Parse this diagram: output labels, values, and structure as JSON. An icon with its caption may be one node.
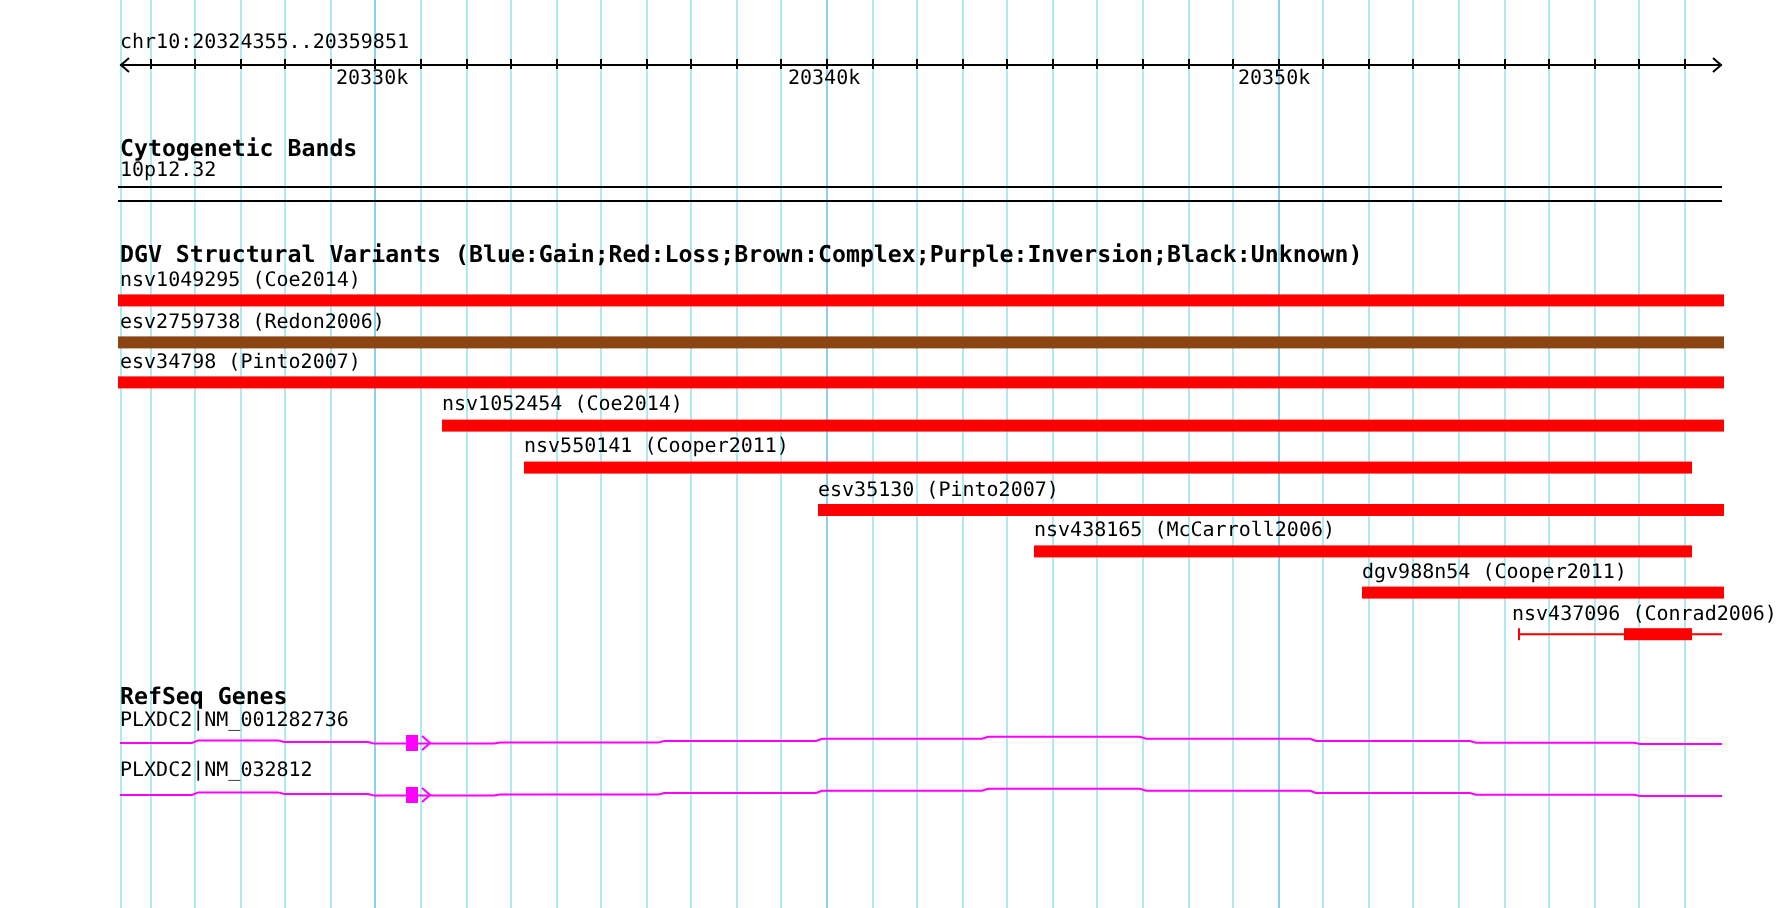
{
  "diagram": {
    "labels": [
      "chr10:20324355..20359851",
      "20330k",
      "20340k",
      "20350k",
      "Cytogenetic Bands",
      "10p12.32",
      "DGV Structural Variants (Blue:Gain;Red:Loss;Brown:Complex;Purple:Inversion;Black:Unknown)",
      "nsv1049295 (Coe2014)",
      "esv2759738 (Redon2006)",
      "esv34798 (Pinto2007)",
      "nsv1052454 (Coe2014)",
      "nsv550141 (Cooper2011)",
      "esv35130 (Pinto2007)",
      "nsv438165 (McCarroll2006)",
      "dgv988n54 (Cooper2011)",
      "nsv437096 (Conrad2006)",
      "RefSeq Genes",
      "PLXDC2|NM_001282736",
      "PLXDC2|NM_032812"
    ]
  }
}
